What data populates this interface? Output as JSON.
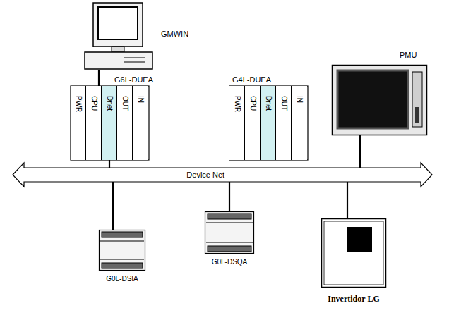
{
  "diagram": {
    "nodes": [
      {
        "text": [
          "GMWIN"
        ]
      },
      {
        "text": [
          "G6L-DUEA"
        ]
      },
      {
        "text": [
          "PWR"
        ],
        "in": 1
      },
      {
        "text": [
          "CPU"
        ],
        "in": 1
      },
      {
        "text": [
          "Dnet"
        ],
        "in": 1
      },
      {
        "text": [
          "OUT"
        ],
        "in": 1
      },
      {
        "text": [
          "IN"
        ],
        "in": 1
      },
      {
        "text": [
          "G4L-DUEA"
        ]
      },
      {
        "text": [
          "PWR"
        ],
        "in": 7
      },
      {
        "text": [
          "CPU"
        ],
        "in": 7
      },
      {
        "text": [
          "Dnet"
        ],
        "in": 7
      },
      {
        "text": [
          "OUT"
        ],
        "in": 7
      },
      {
        "text": [
          "IN"
        ],
        "in": 7
      },
      {
        "text": [
          "PMU"
        ]
      },
      {
        "text": [
          "Device Net"
        ]
      },
      {
        "text": [
          "G0L-DSIA"
        ]
      },
      {
        "text": [
          "G0L-DSQA"
        ]
      },
      {
        "text": [
          "Invertidor LG"
        ]
      }
    ],
    "edges": [
      {
        "from": 0,
        "to": 1,
        "arrow": "none"
      },
      {
        "from": 4,
        "to": 14,
        "arrow": "none"
      },
      {
        "from": 13,
        "to": 14,
        "arrow": "none"
      },
      {
        "from": 14,
        "to": 15,
        "arrow": "none"
      },
      {
        "from": 14,
        "to": 16,
        "arrow": "none"
      },
      {
        "from": 14,
        "to": 17,
        "arrow": "none"
      }
    ]
  }
}
